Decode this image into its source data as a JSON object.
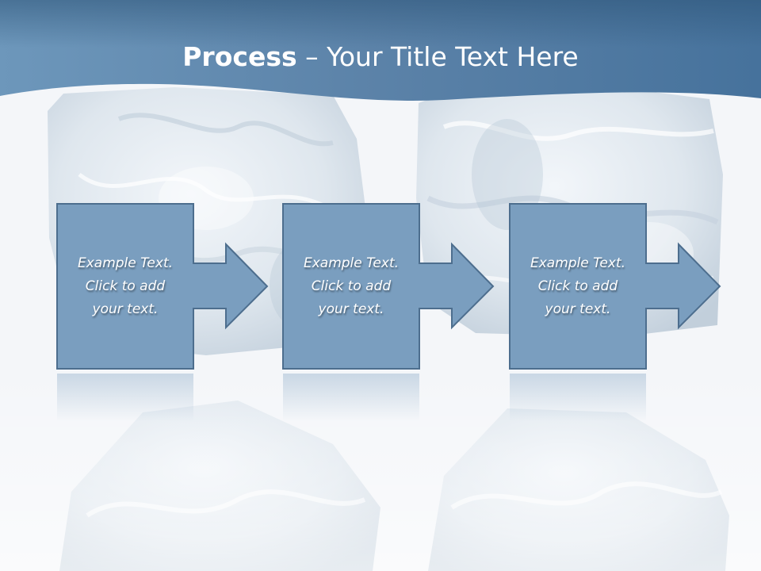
{
  "slide": {
    "title_bold": "Process",
    "title_rest": " – Your Title Text Here"
  },
  "steps": [
    {
      "lines": [
        "Example Text.",
        "Click  to add",
        "your text."
      ]
    },
    {
      "lines": [
        "Example Text.",
        "Click  to add",
        "your text."
      ]
    },
    {
      "lines": [
        "Example Text.",
        "Click  to add",
        "your text."
      ]
    }
  ],
  "colors": {
    "header": "#5b82a8",
    "box_fill": "#7a9ebf",
    "box_stroke": "#4d6e8e"
  }
}
